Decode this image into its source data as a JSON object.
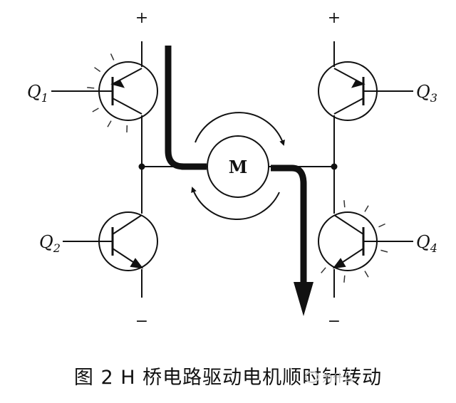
{
  "terminals": {
    "plus": "+",
    "minus": "−"
  },
  "motor": {
    "label": "M"
  },
  "transistors": [
    {
      "base": "Q",
      "sub": "1",
      "active": true
    },
    {
      "base": "Q",
      "sub": "2",
      "active": false
    },
    {
      "base": "Q",
      "sub": "3",
      "active": false
    },
    {
      "base": "Q",
      "sub": "4",
      "active": true
    }
  ],
  "caption": "图 2 H 桥电路驱动电机顺时针转动",
  "watermark": "为什么"
}
